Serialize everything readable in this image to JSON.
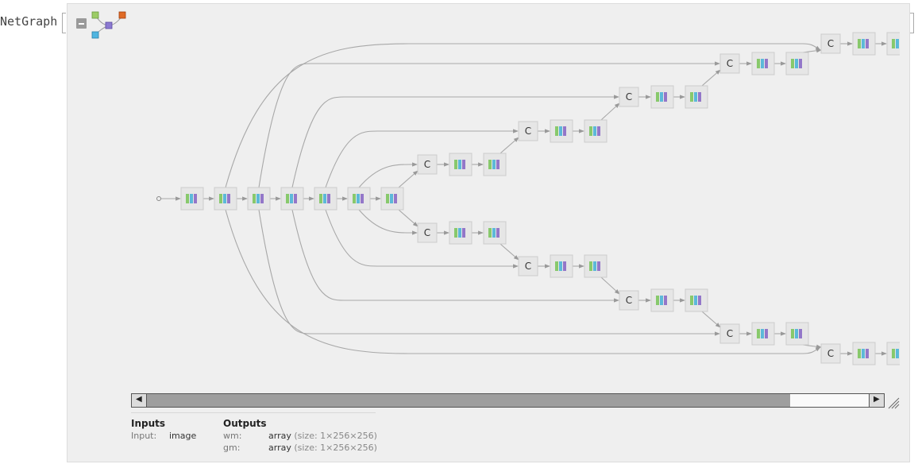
{
  "expression": {
    "head": "NetGraph"
  },
  "summary": {
    "inputs_header": "Inputs",
    "outputs_header": "Outputs",
    "inputs": [
      {
        "key": "Input:",
        "value": "image"
      }
    ],
    "outputs": [
      {
        "key": "wm:",
        "value": "array",
        "size": "(size: 1×256×256)"
      },
      {
        "key": "gm:",
        "value": "array",
        "size": "(size: 1×256×256)"
      }
    ]
  },
  "graph": {
    "concat_label": "C"
  },
  "colors": {
    "panel_bg": "#efefef",
    "node_fill": "#e6e6e6",
    "bar_green": "#88c96c",
    "bar_blue": "#5cb9d9",
    "bar_purple": "#9377c9",
    "logo_green": "#9ccc65",
    "logo_orange": "#e06a25",
    "logo_blue": "#4fb5e0",
    "logo_purple": "#8c7ad1"
  },
  "icons": {
    "collapse": "minus-square-icon",
    "logo": "netgraph-logo-icon",
    "scroll_left": "triangle-left-icon",
    "scroll_right": "triangle-right-icon",
    "resize": "resize-grip-icon"
  }
}
